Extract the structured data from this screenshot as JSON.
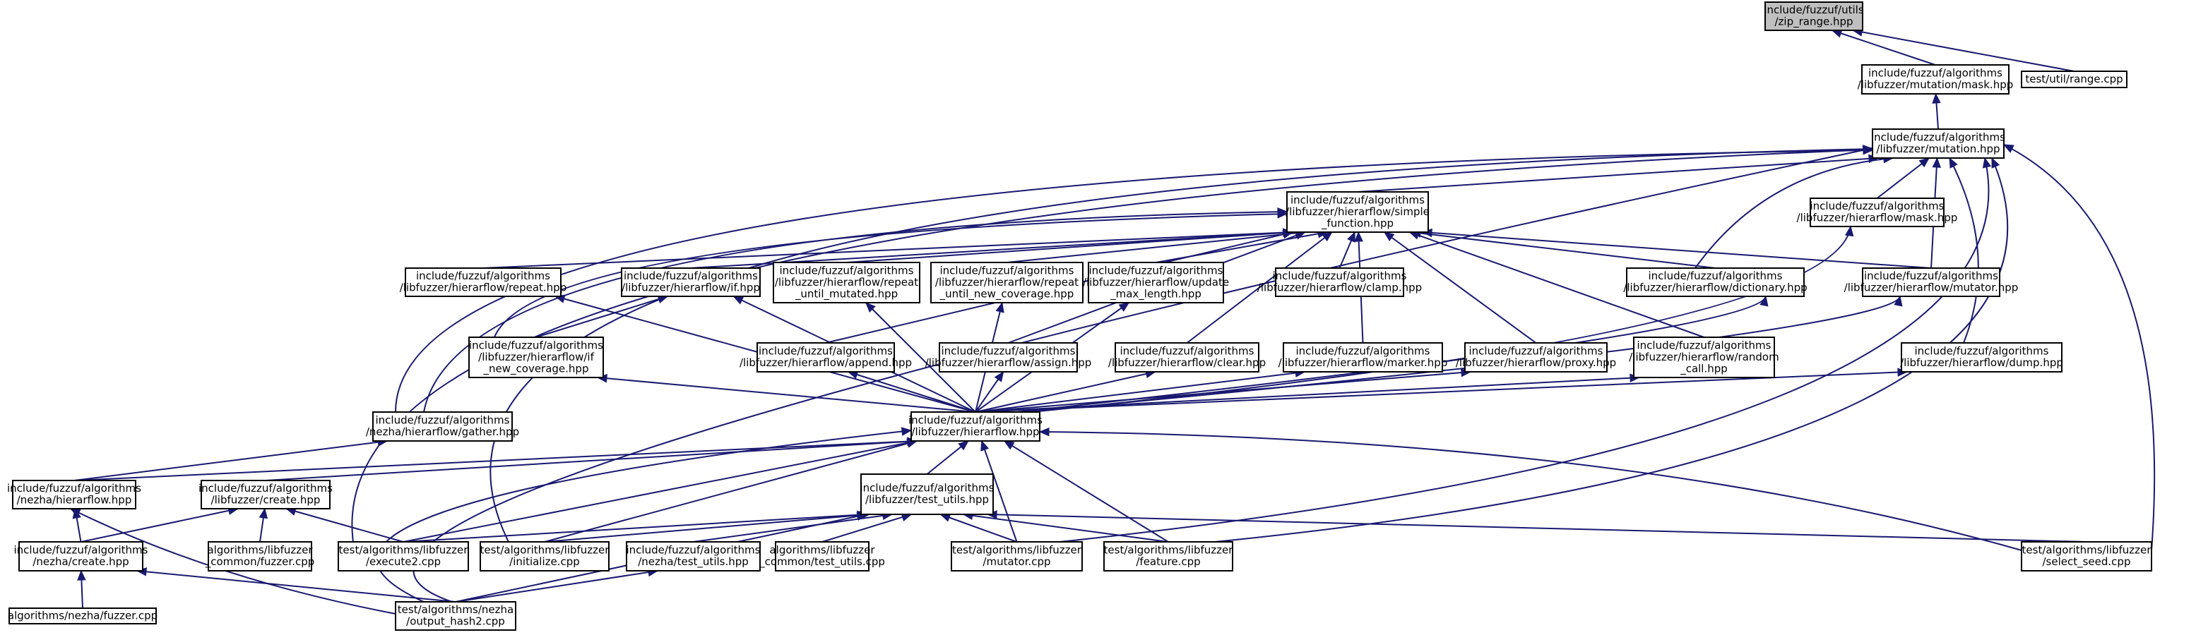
{
  "title": "",
  "colors": {
    "edge": "#191970",
    "root_fill": "#bfbfbf",
    "node_fill": "#ffffff",
    "node_border": "#000000"
  },
  "nodes": [
    {
      "id": "zip",
      "lines": [
        "include/fuzzuf/utils",
        "/zip_range.hpp"
      ],
      "root": true
    },
    {
      "id": "mutmask",
      "lines": [
        "include/fuzzuf/algorithms",
        "/libfuzzer/mutation/mask.hpp"
      ]
    },
    {
      "id": "range",
      "lines": [
        "test/util/range.cpp"
      ]
    },
    {
      "id": "mutation",
      "lines": [
        "include/fuzzuf/algorithms",
        "/libfuzzer/mutation.hpp"
      ]
    },
    {
      "id": "simple",
      "lines": [
        "include/fuzzuf/algorithms",
        "/libfuzzer/hierarflow/simple",
        "_function.hpp"
      ]
    },
    {
      "id": "hfmask",
      "lines": [
        "include/fuzzuf/algorithms",
        "/libfuzzer/hierarflow/mask.hpp"
      ]
    },
    {
      "id": "repeat",
      "lines": [
        "include/fuzzuf/algorithms",
        "/libfuzzer/hierarflow/repeat.hpp"
      ]
    },
    {
      "id": "if",
      "lines": [
        "include/fuzzuf/algorithms",
        "/libfuzzer/hierarflow/if.hpp"
      ]
    },
    {
      "id": "rum",
      "lines": [
        "include/fuzzuf/algorithms",
        "/libfuzzer/hierarflow/repeat",
        "_until_mutated.hpp"
      ]
    },
    {
      "id": "runc",
      "lines": [
        "include/fuzzuf/algorithms",
        "/libfuzzer/hierarflow/repeat",
        "_until_new_coverage.hpp"
      ]
    },
    {
      "id": "uml",
      "lines": [
        "include/fuzzuf/algorithms",
        "/libfuzzer/hierarflow/update",
        "_max_length.hpp"
      ]
    },
    {
      "id": "clamp",
      "lines": [
        "include/fuzzuf/algorithms",
        "/libfuzzer/hierarflow/clamp.hpp"
      ]
    },
    {
      "id": "dict",
      "lines": [
        "include/fuzzuf/algorithms",
        "/libfuzzer/hierarflow/dictionary.hpp"
      ]
    },
    {
      "id": "mutator",
      "lines": [
        "include/fuzzuf/algorithms",
        "/libfuzzer/hierarflow/mutator.hpp"
      ]
    },
    {
      "id": "ifnc",
      "lines": [
        "include/fuzzuf/algorithms",
        "/libfuzzer/hierarflow/if",
        "_new_coverage.hpp"
      ]
    },
    {
      "id": "append",
      "lines": [
        "include/fuzzuf/algorithms",
        "/libfuzzer/hierarflow/append.hpp"
      ]
    },
    {
      "id": "assign",
      "lines": [
        "include/fuzzuf/algorithms",
        "/libfuzzer/hierarflow/assign.hpp"
      ]
    },
    {
      "id": "clear",
      "lines": [
        "include/fuzzuf/algorithms",
        "/libfuzzer/hierarflow/clear.hpp"
      ]
    },
    {
      "id": "marker",
      "lines": [
        "include/fuzzuf/algorithms",
        "/libfuzzer/hierarflow/marker.hpp"
      ]
    },
    {
      "id": "proxy",
      "lines": [
        "include/fuzzuf/algorithms",
        "/libfuzzer/hierarflow/proxy.hpp"
      ]
    },
    {
      "id": "random",
      "lines": [
        "include/fuzzuf/algorithms",
        "/libfuzzer/hierarflow/random",
        "_call.hpp"
      ]
    },
    {
      "id": "dump",
      "lines": [
        "include/fuzzuf/algorithms",
        "/libfuzzer/hierarflow/dump.hpp"
      ]
    },
    {
      "id": "gather",
      "lines": [
        "include/fuzzuf/algorithms",
        "/nezha/hierarflow/gather.hpp"
      ]
    },
    {
      "id": "hier",
      "lines": [
        "include/fuzzuf/algorithms",
        "/libfuzzer/hierarflow.hpp"
      ]
    },
    {
      "id": "nezhahf",
      "lines": [
        "include/fuzzuf/algorithms",
        "/nezha/hierarflow.hpp"
      ]
    },
    {
      "id": "create",
      "lines": [
        "include/fuzzuf/algorithms",
        "/libfuzzer/create.hpp"
      ]
    },
    {
      "id": "testutils",
      "lines": [
        "include/fuzzuf/algorithms",
        "/libfuzzer/test_utils.hpp"
      ]
    },
    {
      "id": "nezhacreate",
      "lines": [
        "include/fuzzuf/algorithms",
        "/nezha/create.hpp"
      ]
    },
    {
      "id": "cfuzzer",
      "lines": [
        "algorithms/libfuzzer",
        "_common/fuzzer.cpp"
      ]
    },
    {
      "id": "execute2",
      "lines": [
        "test/algorithms/libfuzzer",
        "/execute2.cpp"
      ]
    },
    {
      "id": "initialize",
      "lines": [
        "test/algorithms/libfuzzer",
        "/initialize.cpp"
      ]
    },
    {
      "id": "nezhatu",
      "lines": [
        "include/fuzzuf/algorithms",
        "/nezha/test_utils.hpp"
      ]
    },
    {
      "id": "ctu",
      "lines": [
        "algorithms/libfuzzer",
        "_common/test_utils.cpp"
      ]
    },
    {
      "id": "mutatorcpp",
      "lines": [
        "test/algorithms/libfuzzer",
        "/mutator.cpp"
      ]
    },
    {
      "id": "feature",
      "lines": [
        "test/algorithms/libfuzzer",
        "/feature.cpp"
      ]
    },
    {
      "id": "selectseed",
      "lines": [
        "test/algorithms/libfuzzer",
        "/select_seed.cpp"
      ]
    },
    {
      "id": "nezhafuzzer",
      "lines": [
        "algorithms/nezha/fuzzer.cpp"
      ]
    },
    {
      "id": "hash2",
      "lines": [
        "test/algorithms/nezha",
        "/output_hash2.cpp"
      ]
    }
  ],
  "edges": [
    [
      "mutmask",
      "zip"
    ],
    [
      "range",
      "zip"
    ],
    [
      "mutation",
      "mutmask"
    ],
    [
      "simple",
      "mutation"
    ],
    [
      "hfmask",
      "mutation"
    ],
    [
      "dict",
      "mutation"
    ],
    [
      "mutator",
      "mutation"
    ],
    [
      "dump",
      "mutation"
    ],
    [
      "gather",
      "mutation"
    ],
    [
      "execute2",
      "mutation"
    ],
    [
      "initialize",
      "mutation"
    ],
    [
      "mutatorcpp",
      "mutation"
    ],
    [
      "feature",
      "mutation"
    ],
    [
      "selectseed",
      "mutation"
    ],
    [
      "hash2",
      "mutation"
    ],
    [
      "repeat",
      "simple"
    ],
    [
      "if",
      "simple"
    ],
    [
      "rum",
      "simple"
    ],
    [
      "runc",
      "simple"
    ],
    [
      "uml",
      "simple"
    ],
    [
      "clamp",
      "simple"
    ],
    [
      "dict",
      "simple"
    ],
    [
      "mutator",
      "simple"
    ],
    [
      "ifnc",
      "simple"
    ],
    [
      "append",
      "simple"
    ],
    [
      "assign",
      "simple"
    ],
    [
      "clear",
      "simple"
    ],
    [
      "marker",
      "simple"
    ],
    [
      "proxy",
      "simple"
    ],
    [
      "random",
      "simple"
    ],
    [
      "gather",
      "simple"
    ],
    [
      "ifnc",
      "if"
    ],
    [
      "hier",
      "repeat"
    ],
    [
      "hier",
      "if"
    ],
    [
      "hier",
      "rum"
    ],
    [
      "hier",
      "runc"
    ],
    [
      "hier",
      "uml"
    ],
    [
      "hier",
      "dict"
    ],
    [
      "hier",
      "mutator"
    ],
    [
      "hier",
      "ifnc"
    ],
    [
      "hier",
      "append"
    ],
    [
      "hier",
      "assign"
    ],
    [
      "hier",
      "clear"
    ],
    [
      "hier",
      "marker"
    ],
    [
      "hier",
      "proxy"
    ],
    [
      "hier",
      "random"
    ],
    [
      "hier",
      "dump"
    ],
    [
      "hier",
      "hfmask"
    ],
    [
      "nezhahf",
      "gather"
    ],
    [
      "nezhahf",
      "hier"
    ],
    [
      "create",
      "hier"
    ],
    [
      "testutils",
      "hier"
    ],
    [
      "execute2",
      "hier"
    ],
    [
      "initialize",
      "hier"
    ],
    [
      "mutatorcpp",
      "hier"
    ],
    [
      "feature",
      "hier"
    ],
    [
      "selectseed",
      "hier"
    ],
    [
      "hash2",
      "hier"
    ],
    [
      "nezhacreate",
      "nezhahf"
    ],
    [
      "hash2",
      "nezhahf"
    ],
    [
      "nezhacreate",
      "create"
    ],
    [
      "cfuzzer",
      "create"
    ],
    [
      "execute2",
      "create"
    ],
    [
      "execute2",
      "testutils"
    ],
    [
      "initialize",
      "testutils"
    ],
    [
      "nezhatu",
      "testutils"
    ],
    [
      "ctu",
      "testutils"
    ],
    [
      "mutatorcpp",
      "testutils"
    ],
    [
      "feature",
      "testutils"
    ],
    [
      "selectseed",
      "testutils"
    ],
    [
      "hash2",
      "testutils"
    ],
    [
      "nezhafuzzer",
      "nezhacreate"
    ],
    [
      "hash2",
      "nezhacreate"
    ],
    [
      "hash2",
      "nezhatu"
    ]
  ]
}
